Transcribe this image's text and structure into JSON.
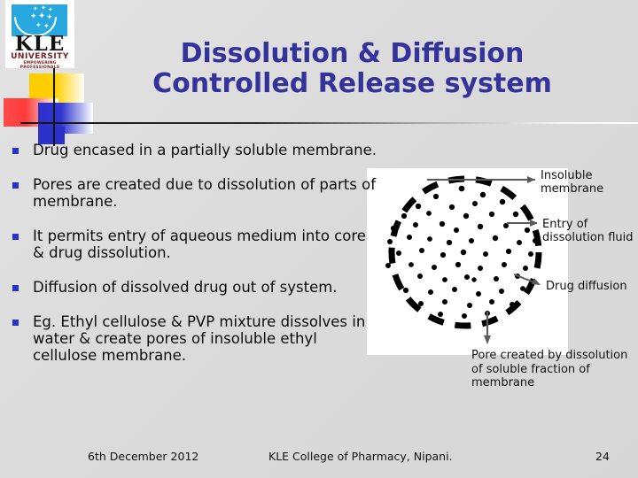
{
  "slide": {
    "background_color": "#dcdcdc",
    "title_color": "#333399",
    "bullet_color": "#2b31c9",
    "title_line1": "Dissolution & Diffusion",
    "title_line2": "Controlled Release system"
  },
  "logo": {
    "name": "KLE University",
    "wordmark": "KLE",
    "subtitle": "UNIVERSITY",
    "tagline": "EMPOWERING PROFESSIONALS",
    "crest_color": "#28a8df"
  },
  "bullets": [
    "Drug encased in a partially soluble membrane.",
    "Pores are created due to dissolution of parts of membrane.",
    "It permits entry of aqueous medium into core & drug dissolution.",
    "Diffusion of dissolved drug out of system.",
    "Eg. Ethyl cellulose & PVP mixture dissolves in water & create pores of insoluble ethyl cellulose membrane."
  ],
  "diagram": {
    "labels": {
      "membrane": "Insoluble membrane",
      "entry": "Entry of dissolution fluid",
      "drug": "Drug diffusion"
    },
    "caption": "Pore created by dissolution of soluble fraction of membrane"
  },
  "footer": {
    "date": "6th December 2012",
    "organization": "KLE College of Pharmacy, Nipani.",
    "slide_number": "24"
  }
}
